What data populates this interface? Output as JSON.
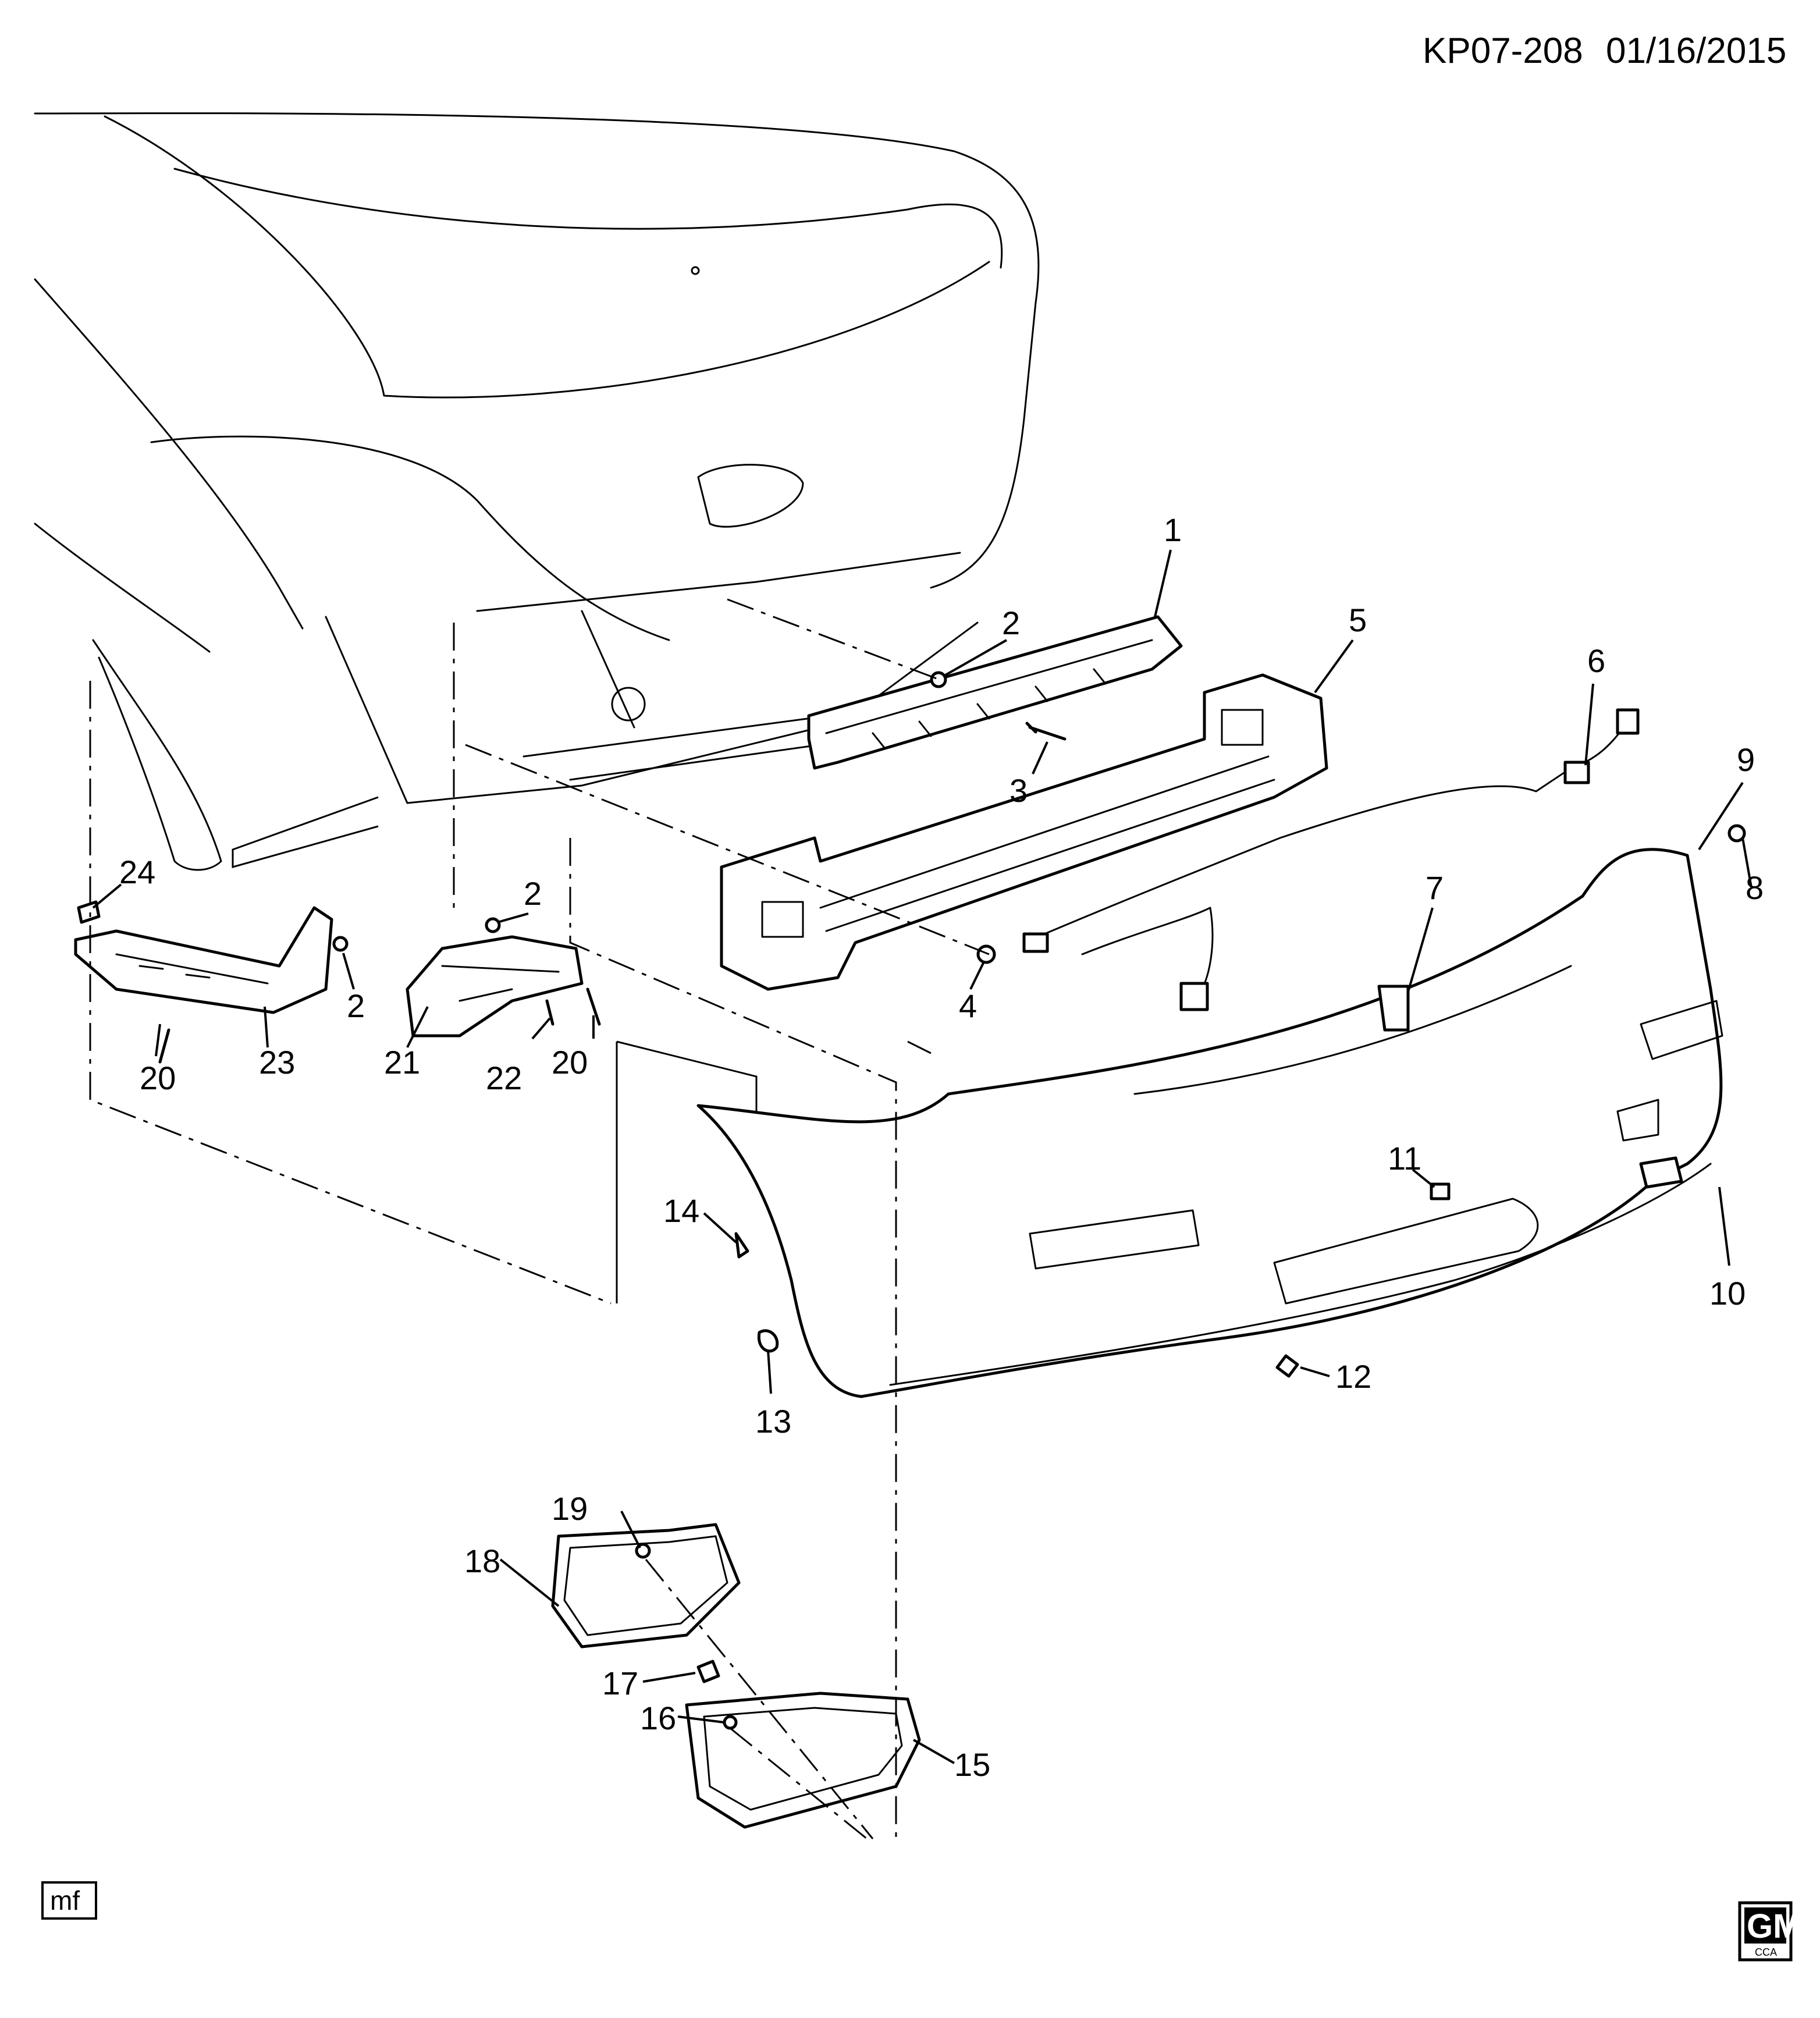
{
  "header": {
    "doc_id": "KP07-208",
    "date": "01/16/2015"
  },
  "footer": {
    "illustrator_badge": "mf",
    "logo_text": "GM",
    "logo_subtext": "CCA"
  },
  "callouts": [
    {
      "id": "c1",
      "text": "1"
    },
    {
      "id": "c2a",
      "text": "2"
    },
    {
      "id": "c3",
      "text": "3"
    },
    {
      "id": "c5",
      "text": "5"
    },
    {
      "id": "c6",
      "text": "6"
    },
    {
      "id": "c9",
      "text": "9"
    },
    {
      "id": "c8",
      "text": "8"
    },
    {
      "id": "c7",
      "text": "7"
    },
    {
      "id": "c4",
      "text": "4"
    },
    {
      "id": "c24",
      "text": "24"
    },
    {
      "id": "c2b",
      "text": "2"
    },
    {
      "id": "c2c",
      "text": "2"
    },
    {
      "id": "c23",
      "text": "23"
    },
    {
      "id": "c20a",
      "text": "20"
    },
    {
      "id": "c21",
      "text": "21"
    },
    {
      "id": "c22",
      "text": "22"
    },
    {
      "id": "c20b",
      "text": "20"
    },
    {
      "id": "c11",
      "text": "11"
    },
    {
      "id": "c14",
      "text": "14"
    },
    {
      "id": "c10",
      "text": "10"
    },
    {
      "id": "c13",
      "text": "13"
    },
    {
      "id": "c12",
      "text": "12"
    },
    {
      "id": "c19",
      "text": "19"
    },
    {
      "id": "c18",
      "text": "18"
    },
    {
      "id": "c17",
      "text": "17"
    },
    {
      "id": "c16",
      "text": "16"
    },
    {
      "id": "c15",
      "text": "15"
    }
  ]
}
